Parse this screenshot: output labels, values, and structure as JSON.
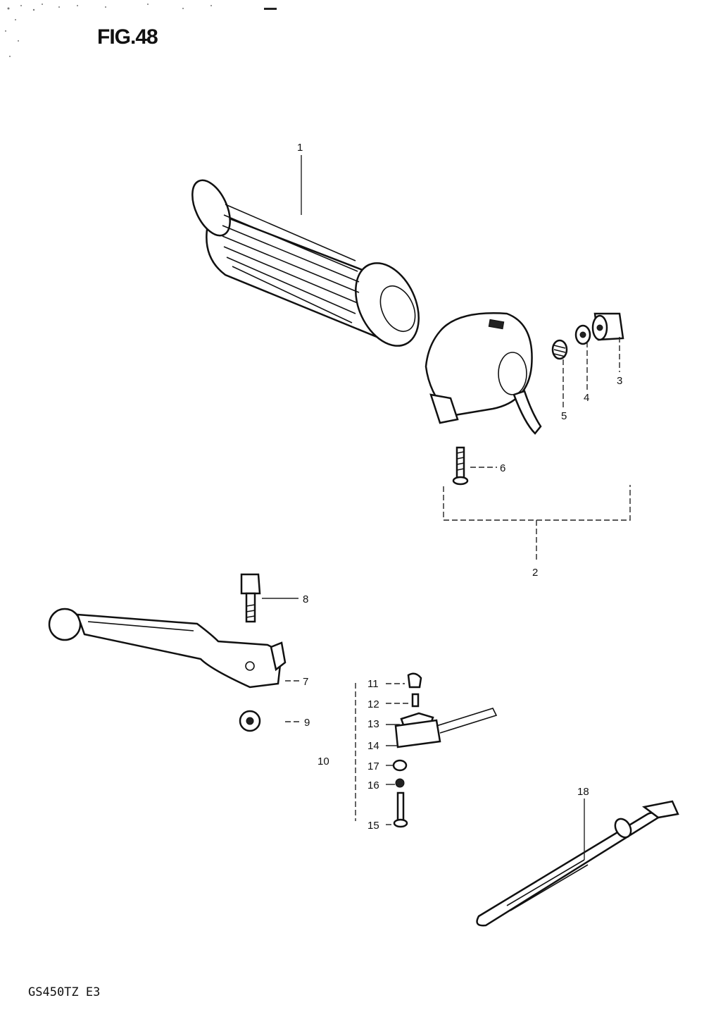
{
  "figure_label": "FIG.48",
  "model_code": "GS450TZ E3",
  "callouts": [
    "1",
    "2",
    "3",
    "4",
    "5",
    "6",
    "7",
    "8",
    "9",
    "10",
    "11",
    "12",
    "13",
    "14",
    "15",
    "16",
    "17",
    "18"
  ]
}
